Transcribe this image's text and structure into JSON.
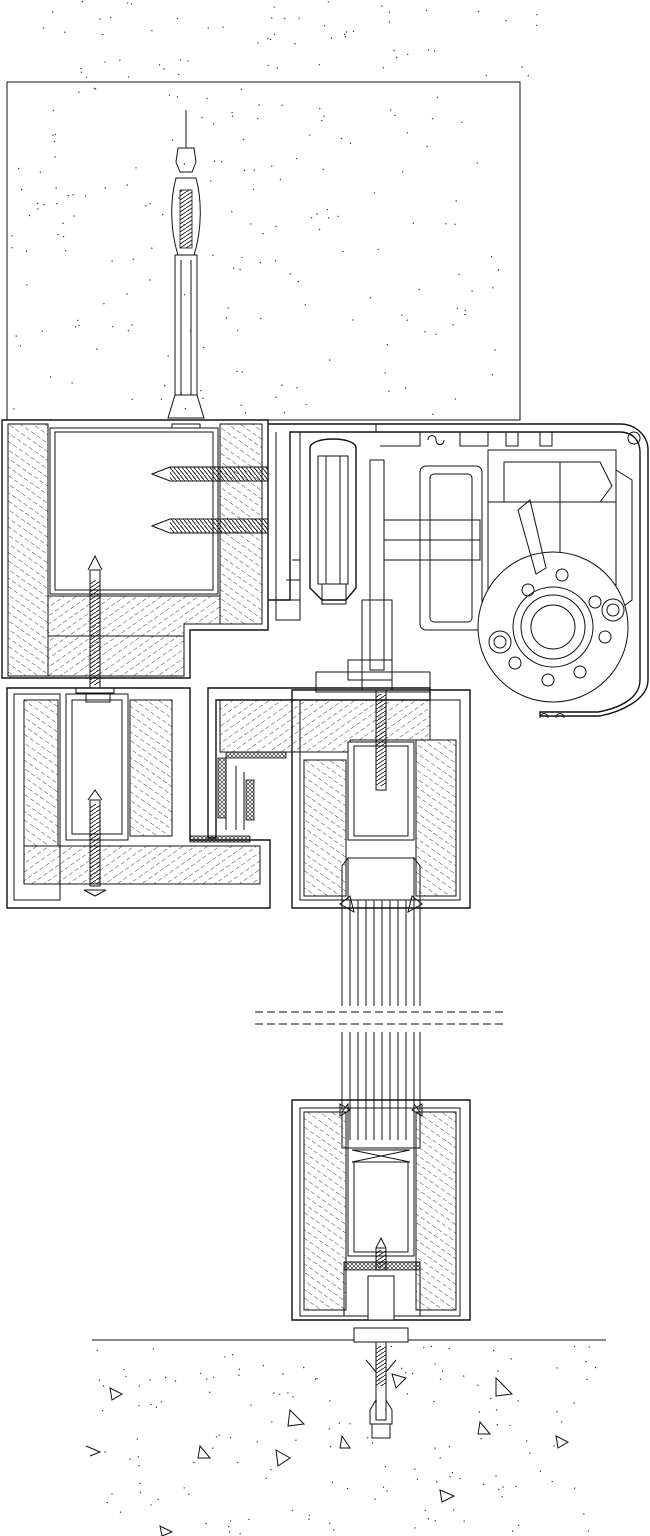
{
  "drawing": {
    "colors": {
      "line": "#111111",
      "background": "#ffffff"
    },
    "components": [
      "concrete-lintel",
      "expansion-anchor",
      "frame-profile-left",
      "frame-profile-center",
      "frame-profile-right",
      "mounting-screws",
      "guide-rail-track",
      "roller-carriage",
      "drive-unit-housing",
      "motor-gear-wheel",
      "leaf-profile-top",
      "glazing-panel",
      "break-line",
      "leaf-profile-bottom",
      "floor-guide-anchor",
      "floor-slab"
    ]
  }
}
